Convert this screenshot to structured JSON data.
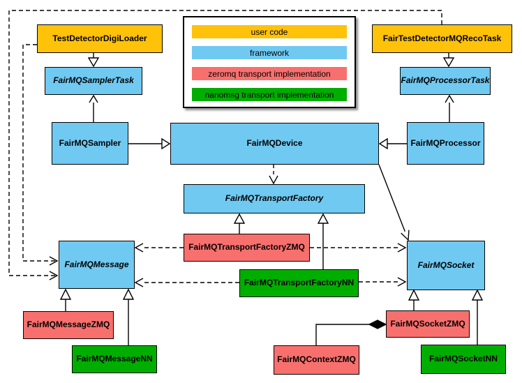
{
  "colors": {
    "user_code": "#FFC20A",
    "framework": "#70C9F1",
    "zeromq": "#F8706E",
    "nanomsg": "#00AE00",
    "line": "#000000"
  },
  "legend": {
    "items": [
      {
        "label": "user code",
        "color": "#FFC20A"
      },
      {
        "label": "framework",
        "color": "#70C9F1"
      },
      {
        "label": "zeromq transport implementation",
        "color": "#F8706E"
      },
      {
        "label": "nanomsg transport implementation",
        "color": "#00AE00"
      }
    ]
  },
  "nodes": {
    "test_detector_digi_loader": {
      "label": "TestDetectorDigiLoader",
      "category": "user code",
      "abstract": false
    },
    "fair_test_detector_mq_reco_task": {
      "label": "FairTestDetectorMQRecoTask",
      "category": "user code",
      "abstract": false
    },
    "fair_mq_sampler_task": {
      "label": "FairMQSamplerTask",
      "category": "framework",
      "abstract": true
    },
    "fair_mq_processor_task": {
      "label": "FairMQProcessorTask",
      "category": "framework",
      "abstract": true
    },
    "fair_mq_sampler": {
      "label": "FairMQSampler",
      "category": "framework",
      "abstract": false
    },
    "fair_mq_device": {
      "label": "FairMQDevice",
      "category": "framework",
      "abstract": false
    },
    "fair_mq_processor": {
      "label": "FairMQProcessor",
      "category": "framework",
      "abstract": false
    },
    "fair_mq_transport_factory": {
      "label": "FairMQTransportFactory",
      "category": "framework",
      "abstract": true
    },
    "fair_mq_transport_factory_zmq": {
      "label": "FairMQTransportFactoryZMQ",
      "category": "zeromq",
      "abstract": false
    },
    "fair_mq_transport_factory_nn": {
      "label": "FairMQTransportFactoryNN",
      "category": "nanomsg",
      "abstract": false
    },
    "fair_mq_message": {
      "label": "FairMQMessage",
      "category": "framework",
      "abstract": true
    },
    "fair_mq_socket": {
      "label": "FairMQSocket",
      "category": "framework",
      "abstract": true
    },
    "fair_mq_message_zmq": {
      "label": "FairMQMessageZMQ",
      "category": "zeromq",
      "abstract": false
    },
    "fair_mq_message_nn": {
      "label": "FairMQMessageNN",
      "category": "nanomsg",
      "abstract": false
    },
    "fair_mq_context_zmq": {
      "label": "FairMQContextZMQ",
      "category": "zeromq",
      "abstract": false
    },
    "fair_mq_socket_zmq": {
      "label": "FairMQSocketZMQ",
      "category": "zeromq",
      "abstract": false
    },
    "fair_mq_socket_nn": {
      "label": "FairMQSocketNN",
      "category": "nanomsg",
      "abstract": false
    }
  },
  "edges": [
    {
      "from": "TestDetectorDigiLoader",
      "to": "FairMQSamplerTask",
      "type": "inheritance"
    },
    {
      "from": "FairTestDetectorMQRecoTask",
      "to": "FairMQProcessorTask",
      "type": "inheritance"
    },
    {
      "from": "FairMQSampler",
      "to": "FairMQSamplerTask",
      "type": "association"
    },
    {
      "from": "FairMQProcessor",
      "to": "FairMQProcessorTask",
      "type": "association"
    },
    {
      "from": "FairMQSampler",
      "to": "FairMQDevice",
      "type": "inheritance"
    },
    {
      "from": "FairMQProcessor",
      "to": "FairMQDevice",
      "type": "inheritance"
    },
    {
      "from": "FairMQDevice",
      "to": "FairMQTransportFactory",
      "type": "dependency"
    },
    {
      "from": "FairMQDevice",
      "to": "FairMQSocket",
      "type": "association"
    },
    {
      "from": "FairMQTransportFactoryZMQ",
      "to": "FairMQTransportFactory",
      "type": "inheritance"
    },
    {
      "from": "FairMQTransportFactoryNN",
      "to": "FairMQTransportFactory",
      "type": "inheritance"
    },
    {
      "from": "FairMQTransportFactoryZMQ",
      "to": "FairMQMessage",
      "type": "dependency"
    },
    {
      "from": "FairMQTransportFactoryZMQ",
      "to": "FairMQSocket",
      "type": "dependency"
    },
    {
      "from": "FairMQTransportFactoryNN",
      "to": "FairMQMessage",
      "type": "dependency"
    },
    {
      "from": "FairMQTransportFactoryNN",
      "to": "FairMQSocket",
      "type": "dependency"
    },
    {
      "from": "TestDetectorDigiLoader",
      "to": "FairMQMessage",
      "type": "dependency"
    },
    {
      "from": "FairTestDetectorMQRecoTask",
      "to": "FairMQMessage",
      "type": "dependency"
    },
    {
      "from": "FairMQMessageZMQ",
      "to": "FairMQMessage",
      "type": "inheritance"
    },
    {
      "from": "FairMQMessageNN",
      "to": "FairMQMessage",
      "type": "inheritance"
    },
    {
      "from": "FairMQSocketZMQ",
      "to": "FairMQSocket",
      "type": "inheritance"
    },
    {
      "from": "FairMQSocketNN",
      "to": "FairMQSocket",
      "type": "inheritance"
    },
    {
      "from": "FairMQContextZMQ",
      "to": "FairMQSocketZMQ",
      "type": "composition"
    }
  ]
}
